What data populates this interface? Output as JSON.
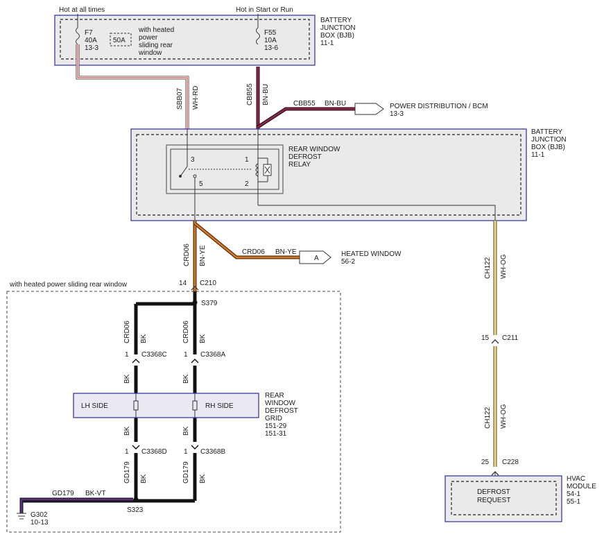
{
  "top_feeds": {
    "hot_at_all_times": "Hot at all times",
    "hot_in_start_or_run": "Hot in Start or Run"
  },
  "bjb_top": {
    "name_line1": "BATTERY",
    "name_line2": "JUNCTION",
    "name_line3": "BOX (BJB)",
    "ref": "11-1",
    "fuse_f7": {
      "id": "F7",
      "rating": "40A",
      "ref": "13-3"
    },
    "fuse_50a": "50A",
    "note_line1": "with heated",
    "note_line2": "power",
    "note_line3": "sliding rear",
    "note_line4": "window",
    "fuse_f55": {
      "id": "F55",
      "rating": "10A",
      "ref": "13-6"
    }
  },
  "wires": {
    "sbb07_circuit": "SBB07",
    "sbb07_color": "WH-RD",
    "cbb55_circuit": "CBB55",
    "cbb55_color": "BN-BU",
    "cbb55_branch_circuit": "CBB55",
    "cbb55_branch_color": "BN-BU",
    "crd06_circuit": "CRD06",
    "crd06_color": "BN-YE",
    "crd06_branch_circuit": "CRD06",
    "crd06_branch_color": "BN-YE",
    "ch122_circuit": "CH122",
    "ch122_color": "WH-OG",
    "gd179_circuit": "GD179",
    "gd179_color": "BK-VT",
    "crd06_bk_circuit": "CRD06",
    "bk": "BK",
    "gd179_bk_circuit": "GD179"
  },
  "power_distribution": {
    "label": "POWER DISTRIBUTION / BCM",
    "ref": "13-3"
  },
  "bjb_main": {
    "name_line1": "BATTERY",
    "name_line2": "JUNCTION",
    "name_line3": "BOX (BJB)",
    "ref": "11-1"
  },
  "relay": {
    "line1": "REAR WINDOW",
    "line2": "DEFROST",
    "line3": "RELAY",
    "pin3": "3",
    "pin1": "1",
    "pin5": "5",
    "pin2": "2"
  },
  "heated_window": {
    "connector": "A",
    "label": "HEATED WINDOW",
    "ref": "56-2"
  },
  "option_note": "with heated power sliding rear window",
  "connectors": {
    "c210_pin": "14",
    "c210": "C210",
    "s379": "S379",
    "c3368c_pin": "1",
    "c3368c": "C3368C",
    "c3368a_pin": "1",
    "c3368a": "C3368A",
    "c3368d_pin": "1",
    "c3368d": "C3368D",
    "c3368b_pin": "1",
    "c3368b": "C3368B",
    "s323": "S323",
    "c211_pin": "15",
    "c211": "C211",
    "c228_pin": "25",
    "c228": "C228"
  },
  "grid": {
    "lh": "LH SIDE",
    "rh": "RH SIDE",
    "name_line1": "REAR",
    "name_line2": "WINDOW",
    "name_line3": "DEFROST",
    "name_line4": "GRID",
    "ref1": "151-29",
    "ref2": "151-31"
  },
  "ground": {
    "id": "G302",
    "ref": "10-13"
  },
  "hvac": {
    "name_line1": "HVAC",
    "name_line2": "MODULE",
    "ref1": "54-1",
    "ref2": "55-1",
    "input_line1": "DEFROST",
    "input_line2": "REQUEST"
  },
  "colors": {
    "wh_rd": "#d84a4a",
    "bn_bu": "#6a1f3a",
    "bn_ye": "#b5651d",
    "wh_og": "#e7cf86",
    "bk": "#111111",
    "box_border": "#3a3aa8",
    "box_fill": "#eaeaea"
  }
}
